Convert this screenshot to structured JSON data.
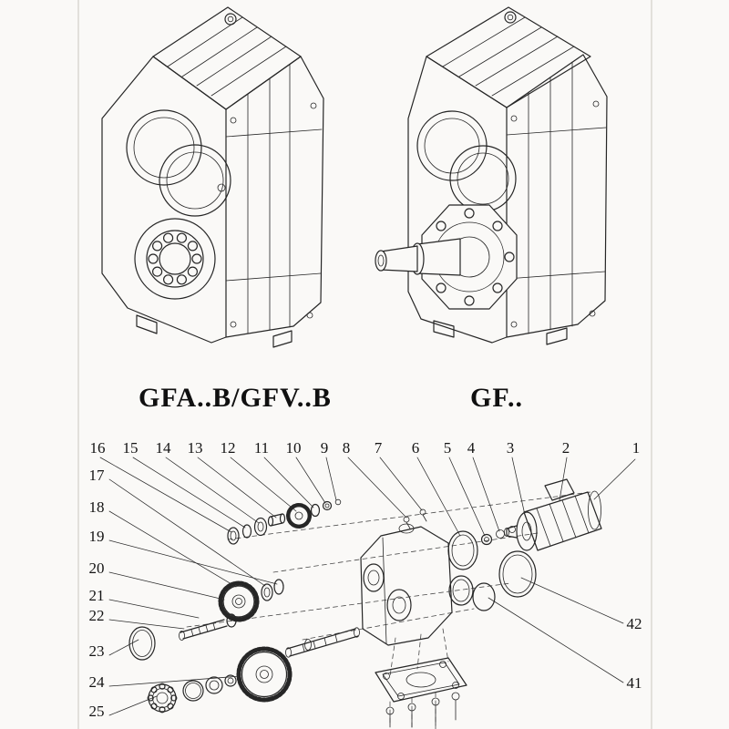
{
  "page": {
    "background": "#faf9f7",
    "ink": "#262626"
  },
  "top_section": {
    "left_model_label": "GFA..B/GFV..B",
    "right_model_label": "GF.."
  },
  "exploded_view": {
    "top_row_numbers": [
      "16",
      "15",
      "14",
      "13",
      "12",
      "11",
      "10",
      "9",
      "8",
      "7",
      "6",
      "5",
      "4",
      "3",
      "2",
      "1"
    ],
    "left_column_numbers": [
      "17",
      "18",
      "19",
      "20",
      "21",
      "22",
      "23",
      "24",
      "25"
    ],
    "right_column_numbers": [
      "42",
      "41"
    ]
  }
}
